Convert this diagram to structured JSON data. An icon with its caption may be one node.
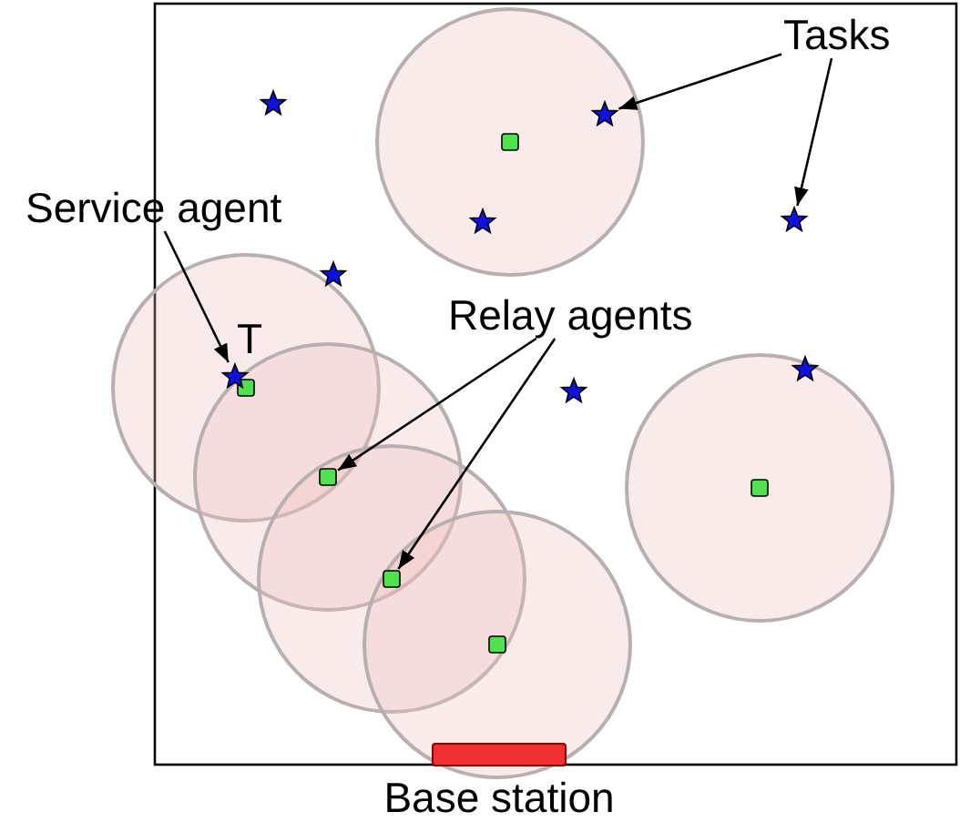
{
  "diagram": {
    "nodes": [
      {
        "text": [
          "Tasks"
        ]
      },
      {
        "text": [],
        "shape": "star"
      },
      {
        "text": [],
        "shape": "star"
      },
      {
        "text": [
          "Service agent"
        ]
      },
      {
        "text": [],
        "shape": "star"
      },
      {
        "text": [
          "Relay agents"
        ]
      },
      {
        "text": [],
        "shape": "box"
      },
      {
        "text": [],
        "shape": "box"
      },
      {
        "text": [
          "Base station"
        ]
      }
    ],
    "edges": [
      {
        "from": 0,
        "to": 1,
        "arrow": "to"
      },
      {
        "from": 0,
        "to": 2,
        "arrow": "to"
      },
      {
        "from": 3,
        "to": 4,
        "arrow": "to"
      },
      {
        "from": 5,
        "to": 6,
        "arrow": "to"
      },
      {
        "from": 5,
        "to": 7,
        "arrow": "to"
      }
    ],
    "labels": [
      "T"
    ]
  }
}
